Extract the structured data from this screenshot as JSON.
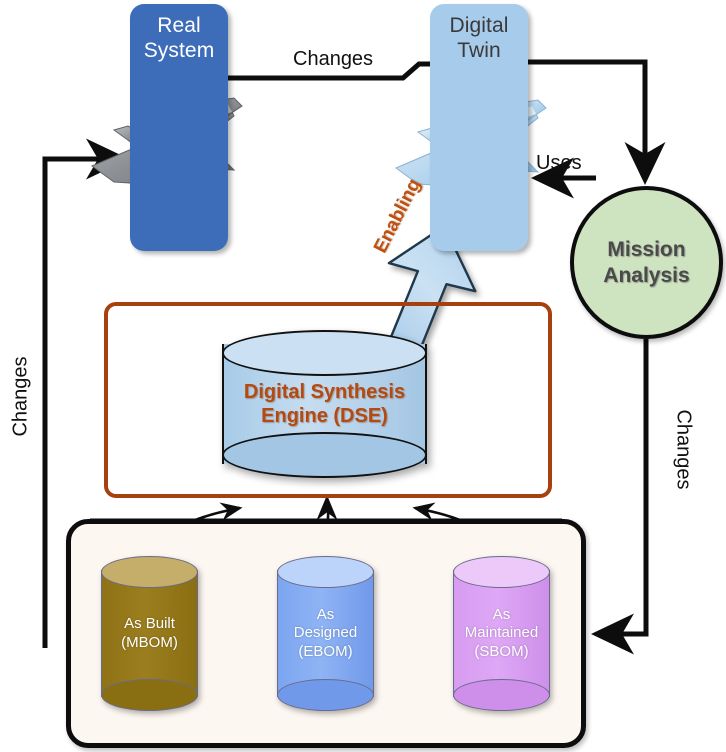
{
  "diagram": {
    "title": "Digital Twin / Digital Synthesis Engine Flow",
    "nodes": {
      "real_system": {
        "label": "Real\nSystem",
        "line1": "Real",
        "line2": "System",
        "color": "#3D6CB9",
        "icon": "fighter-jet-icon"
      },
      "digital_twin": {
        "label": "Digital\nTwin",
        "line1": "Digital",
        "line2": "Twin",
        "color": "#A7CBEA",
        "icon": "fighter-jet-icon"
      },
      "mission_analysis": {
        "line1": "Mission",
        "line2": "Analysis",
        "color": "#CEE3C0"
      },
      "dse": {
        "line1": "Digital Synthesis",
        "line2": "Engine (DSE)",
        "color": "#A7CBE8",
        "text_color": "#B34A12"
      },
      "dse_container": {
        "border_color": "#A6400E"
      },
      "bom_container": {
        "fill": "#FDF7F2",
        "border_color": "#0d0d0d"
      }
    },
    "cylinders": [
      {
        "id": "as-built",
        "line1": "As Built",
        "line2": "(MBOM)",
        "color": "#8E7216"
      },
      {
        "id": "as-designed",
        "line1": "As",
        "line2": "Designed",
        "line3": "(EBOM)",
        "color": "#7CA5F0"
      },
      {
        "id": "as-maintained",
        "line1": "As",
        "line2": "Maintained",
        "line3": "(SBOM)",
        "color": "#D79BF0"
      }
    ],
    "edges": {
      "changes_top": "Changes",
      "uses": "Uses",
      "changes_left": "Changes",
      "changes_right": "Changes",
      "enabling": "Enabling"
    }
  }
}
